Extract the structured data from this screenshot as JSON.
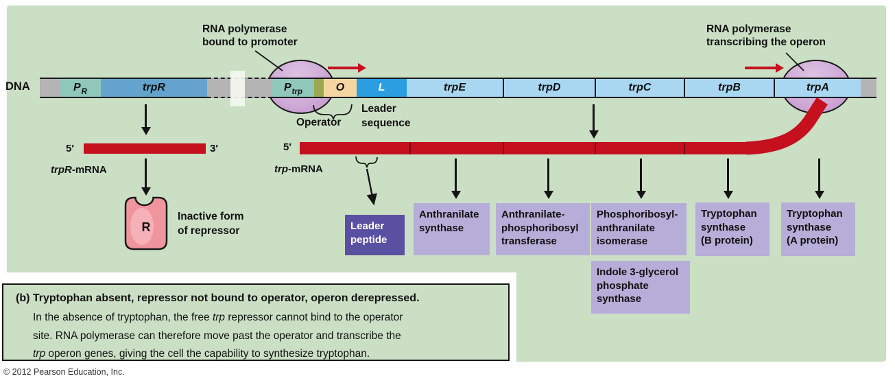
{
  "colors": {
    "panel_green": "#cbdfc5",
    "dna_gray": "#b4b4b4",
    "promoter_teal": "#8fc7bb",
    "trpR_gene_blue": "#64a3cd",
    "operon_gene_blue": "#a9d7f2",
    "leader_segment_blue": "#2a9ee0",
    "operator_peach": "#f6d6a0",
    "spacer_olive": "#9aa94f",
    "polymerase_purple": "#cfaad7",
    "mrna_red": "#c5101e",
    "protein_box_purple": "#b6aed8",
    "leader_peptide_box_purple": "#5a50a2",
    "repressor_pink": "#f0959e"
  },
  "labels": {
    "dna": "DNA",
    "rnap_left_line1": "RNA polymerase",
    "rnap_left_line2": "bound to promoter",
    "rnap_right_line1": "RNA polymerase",
    "rnap_right_line2": "transcribing the operon",
    "operator": "Operator",
    "leader_seq_line1": "Leader",
    "leader_seq_line2": "sequence"
  },
  "dna_segments": {
    "pR_main": "P",
    "pR_sub": "R",
    "trpR": "trpR",
    "pTrp_main": "P",
    "pTrp_sub": "trp",
    "operator": "O",
    "leader": "L",
    "trpE": "trpE",
    "trpD": "trpD",
    "trpC": "trpC",
    "trpB": "trpB",
    "trpA": "trpA"
  },
  "trpR_mrna": {
    "five_prime": "5′",
    "three_prime": "3′",
    "name_italic": "trpR",
    "name_rest": "-mRNA"
  },
  "trp_mrna": {
    "five_prime": "5′",
    "name_italic": "trp",
    "name_rest": "-mRNA"
  },
  "repressor": {
    "letter": "R",
    "caption_line1": "Inactive form",
    "caption_line2": "of repressor"
  },
  "protein_boxes": {
    "leader_peptide": {
      "line1": "Leader",
      "line2": "peptide"
    },
    "anthranilate_synthase": {
      "line1": "Anthranilate",
      "line2": "synthase"
    },
    "anthranilate_phosphoribosyl_transferase": {
      "line1": "Anthranilate-",
      "line2": "phosphoribosyl",
      "line3": "transferase"
    },
    "phosphoribosyl_anthranilate_isomerase": {
      "line1": "Phosphoribosyl-",
      "line2": "anthranilate",
      "line3": "isomerase"
    },
    "indole_glycerol_phosphate_synthase": {
      "line1": "Indole 3-glycerol",
      "line2": "phosphate",
      "line3": "synthase"
    },
    "tryptophan_synthase_b": {
      "line1": "Tryptophan",
      "line2": "synthase",
      "line3": "(B protein)"
    },
    "tryptophan_synthase_a": {
      "line1": "Tryptophan",
      "line2": "synthase",
      "line3": "(A protein)"
    }
  },
  "caption": {
    "heading": "(b) Tryptophan absent, repressor not bound to operator, operon derepressed.",
    "line2_pre": "In the absence of tryptophan, the free ",
    "line2_italic": "trp",
    "line2_post": " repressor cannot bind to the operator",
    "line3": "site. RNA polymerase can therefore move past the operator and transcribe the",
    "line4_italic": "trp",
    "line4_post": " operon genes, giving the cell the capability to synthesize tryptophan."
  },
  "footer": "© 2012 Pearson Education, Inc."
}
